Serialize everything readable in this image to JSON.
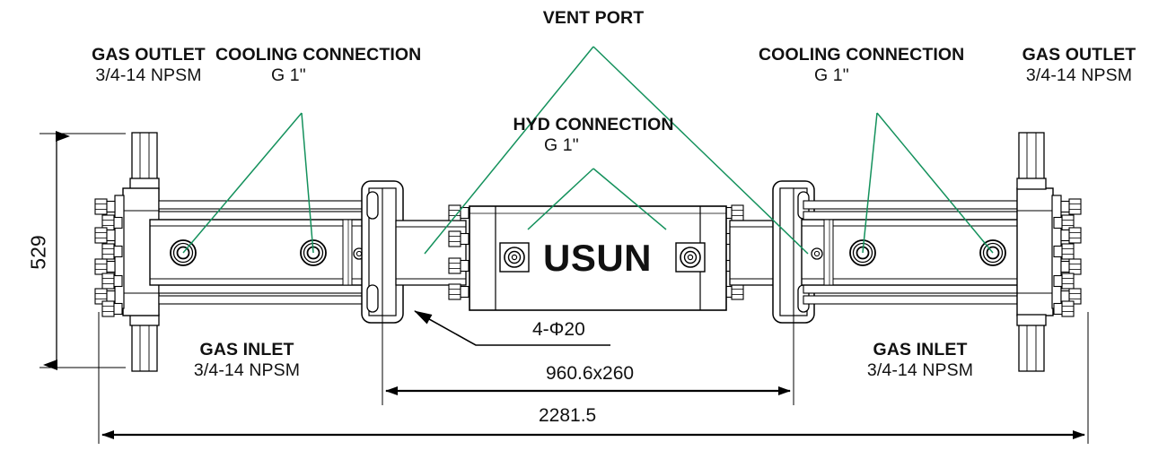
{
  "drawing": {
    "title": "USUN gas booster assembly outline drawing",
    "brand_text": "USUN",
    "line_color": "#000000",
    "leader_color": "#14915c",
    "body_fill": "#ffffff"
  },
  "callouts": {
    "gas_outlet_left": {
      "line1": "GAS OUTLET",
      "line2": "3/4-14 NPSM"
    },
    "cooling_left": {
      "line1": "COOLING CONNECTION",
      "line2": "G 1\""
    },
    "vent_port": {
      "line1": "VENT PORT",
      "line2": ""
    },
    "hyd_connection": {
      "line1": "HYD CONNECTION",
      "line2": "G 1\""
    },
    "cooling_right": {
      "line1": "COOLING CONNECTION",
      "line2": "G 1\""
    },
    "gas_outlet_right": {
      "line1": "GAS OUTLET",
      "line2": "3/4-14 NPSM"
    },
    "gas_inlet_left": {
      "line1": "GAS INLET",
      "line2": "3/4-14 NPSM"
    },
    "gas_inlet_right": {
      "line1": "GAS INLET",
      "line2": "3/4-14 NPSM"
    }
  },
  "dimensions": {
    "height": "529",
    "mounting_holes": "4-Φ20",
    "mounting_pattern": "960.6x260",
    "overall_length": "2281.5"
  }
}
